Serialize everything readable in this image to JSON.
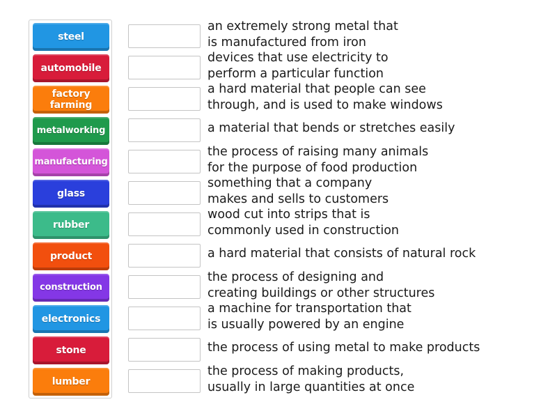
{
  "activity": {
    "type": "match-up",
    "tiles": [
      {
        "label": "steel",
        "color": "#2196e3"
      },
      {
        "label": "automobile",
        "color": "#d81c3a"
      },
      {
        "label": "factory\nfarming",
        "color": "#fb7d0c"
      },
      {
        "label": "metalworking",
        "color": "#1f9a4c"
      },
      {
        "label": "manufacturing",
        "color": "#d455d9"
      },
      {
        "label": "glass",
        "color": "#2a3fdc"
      },
      {
        "label": "rubber",
        "color": "#3cbb8a"
      },
      {
        "label": "product",
        "color": "#f24f0e"
      },
      {
        "label": "construction",
        "color": "#8437e6"
      },
      {
        "label": "electronics",
        "color": "#2196e3"
      },
      {
        "label": "stone",
        "color": "#d81c3a"
      },
      {
        "label": "lumber",
        "color": "#fb7d0c"
      }
    ],
    "definitions": [
      {
        "text": "an extremely strong metal that\nis manufactured from iron",
        "answer": ""
      },
      {
        "text": "devices that use electricity to\nperform a particular function",
        "answer": ""
      },
      {
        "text": "a hard material that people can see\nthrough, and is used to make windows",
        "answer": ""
      },
      {
        "text": "a material that bends or stretches easily",
        "answer": ""
      },
      {
        "text": "the process of raising many animals\nfor the purpose of food production",
        "answer": ""
      },
      {
        "text": "something that a company\nmakes and sells to customers",
        "answer": ""
      },
      {
        "text": "wood cut into strips that is\ncommonly used in construction",
        "answer": ""
      },
      {
        "text": "a hard material that consists of natural rock",
        "answer": ""
      },
      {
        "text": "the process of designing and\ncreating buildings or other structures",
        "answer": ""
      },
      {
        "text": "a machine for transportation that\nis usually powered by an engine",
        "answer": ""
      },
      {
        "text": "the process of using metal to make products",
        "answer": ""
      },
      {
        "text": "the process of making products,\nusually in large quantities at once",
        "answer": ""
      }
    ]
  }
}
